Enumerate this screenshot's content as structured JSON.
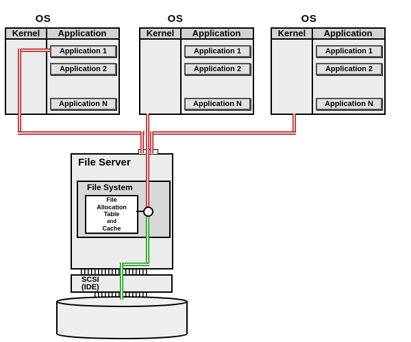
{
  "os_units": [
    {
      "title": "OS",
      "kernel_label": "Kernel",
      "application_label": "Application",
      "applications": [
        "Application 1",
        "Application 2",
        "Application N"
      ]
    },
    {
      "title": "OS",
      "kernel_label": "Kernel",
      "application_label": "Application",
      "applications": [
        "Application 1",
        "Application 2",
        "Application N"
      ]
    },
    {
      "title": "OS",
      "kernel_label": "Kernel",
      "application_label": "Application",
      "applications": [
        "Application 1",
        "Application 2",
        "Application N"
      ]
    }
  ],
  "file_server": {
    "title": "File Server",
    "file_system_title": "File System",
    "fat_lines": [
      "File",
      "Allocation",
      "Table",
      "and",
      "Cache"
    ]
  },
  "storage_interface": {
    "line1": "SCSI",
    "line2": "(IDE)"
  },
  "colors": {
    "red_line": "#bb1111",
    "green_line": "#00a000",
    "os_box_fill": "#ececec",
    "header_fill": "#d2d2d2",
    "file_system_fill": "#d8d8d8",
    "node_fill": "#e0e0e0"
  }
}
